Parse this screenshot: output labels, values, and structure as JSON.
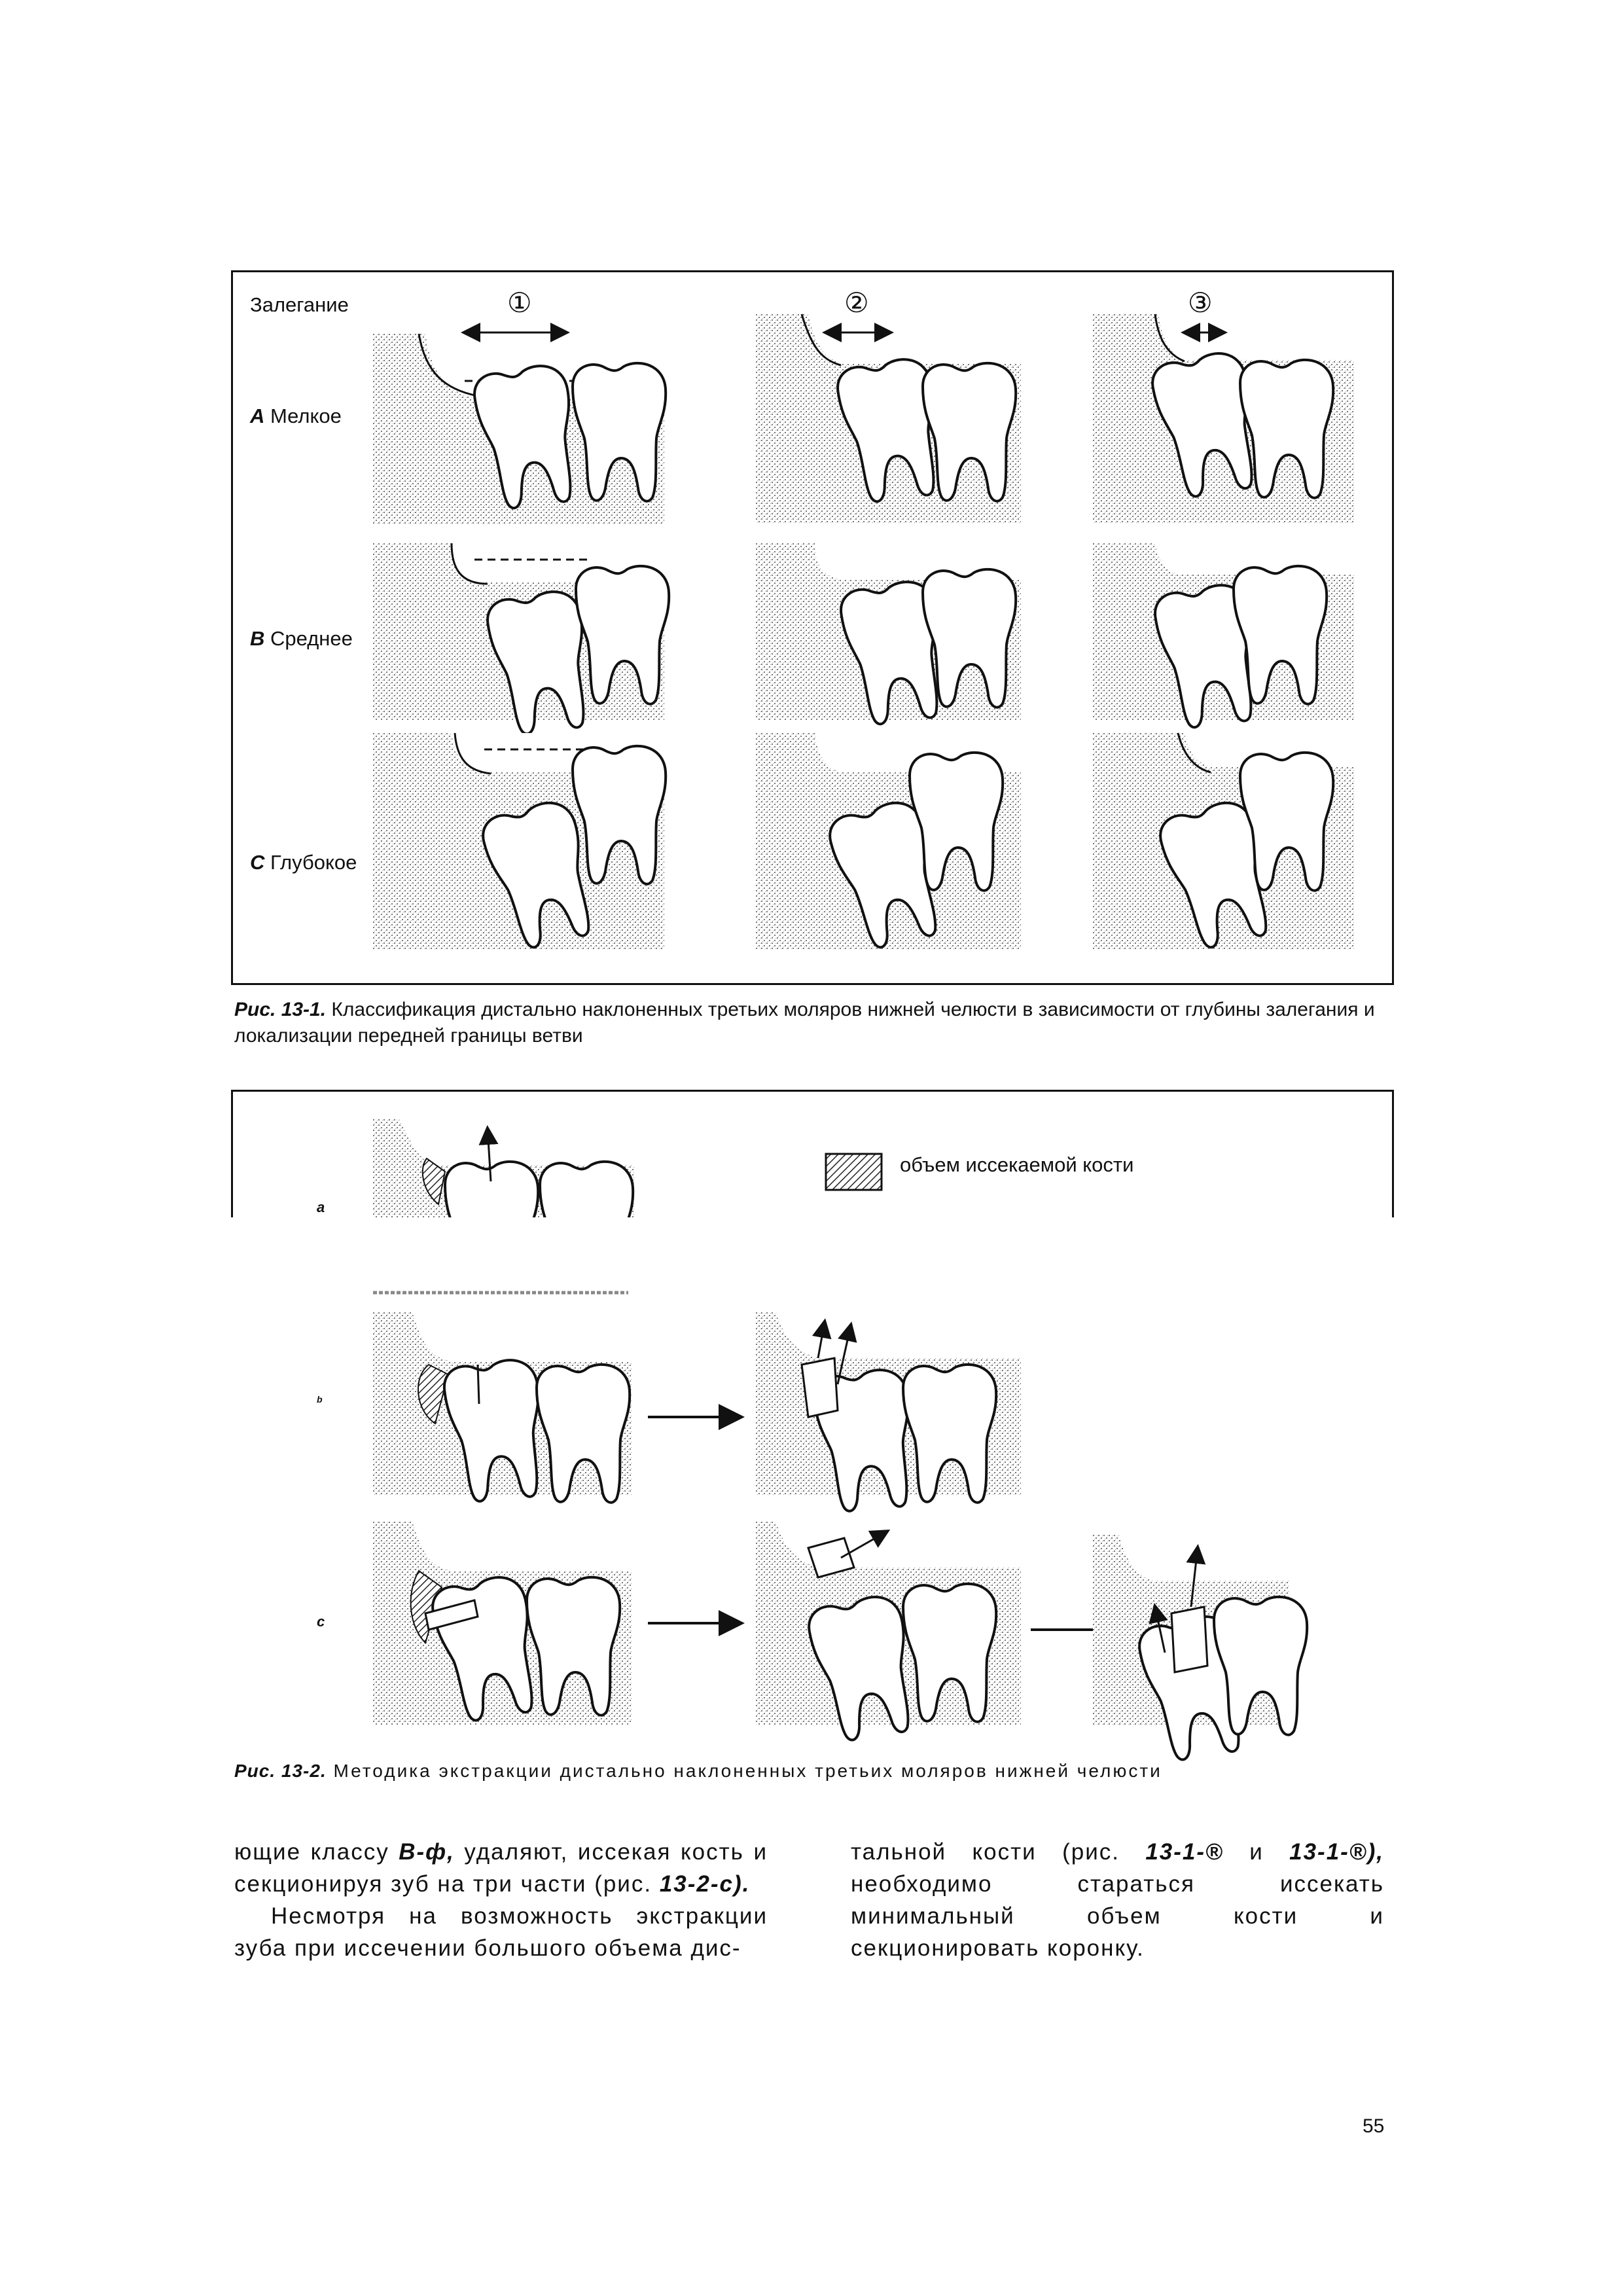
{
  "figure1": {
    "header": "Залегание",
    "column_numbers": [
      "①",
      "②",
      "③"
    ],
    "rows": [
      {
        "letter": "A",
        "name": "Мелкое"
      },
      {
        "letter": "B",
        "name": "Среднее"
      },
      {
        "letter": "C",
        "name": "Глубокое"
      }
    ],
    "caption_label": "Рис. 13-1.",
    "caption_text": "Классификация дистально наклоненных третьих моляров нижней челюсти в зависимости от глубины залегания и локализации передней границы ветви"
  },
  "figure2": {
    "legend": "объем иссекаемой кости",
    "row_letters": [
      "a",
      "b",
      "c"
    ],
    "caption_label": "Рис. 13-2.",
    "caption_text": "Методика экстракции дистально наклоненных третьих моляров нижней челюсти"
  },
  "text": {
    "left_p1_part1": "ющие классу",
    "left_p1_ref1": "В-ф,",
    "left_p1_part2": "удаляют, иссекая кость и секционируя зуб на три части (рис.",
    "left_p1_ref2": "13-2-с).",
    "left_p2": "Несмотря на возможность экстракции зуба при иссечении большого объема дис-",
    "right_part1": "тальной кости (рис.",
    "right_ref1": "13-1-®",
    "right_and": "и",
    "right_ref2": "13-1-®),",
    "right_part2": "необходимо стараться иссекать минимальный объем кости и секционировать коронку."
  },
  "page_number": "55"
}
